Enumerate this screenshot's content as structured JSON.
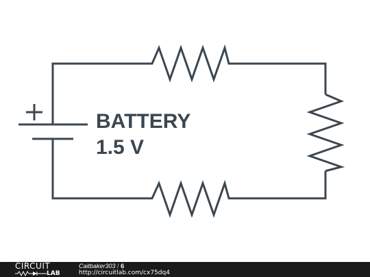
{
  "diagram": {
    "battery_label": "BATTERY",
    "voltage_label": "1.5 V",
    "plus_symbol": "+",
    "components": [
      {
        "type": "battery",
        "terminal": "left"
      },
      {
        "type": "resistor",
        "position": "top"
      },
      {
        "type": "resistor",
        "position": "right"
      },
      {
        "type": "resistor",
        "position": "bottom"
      }
    ],
    "stroke_color": "#3b4750"
  },
  "footer": {
    "logo_top": "CIRCUIT",
    "logo_bottom": "LAB",
    "author": "Caitbaker303",
    "separator": " / ",
    "circuit_number": "6",
    "url": "http://circuitlab.com/cx75dq4",
    "background_color": "#1a1a1a"
  }
}
